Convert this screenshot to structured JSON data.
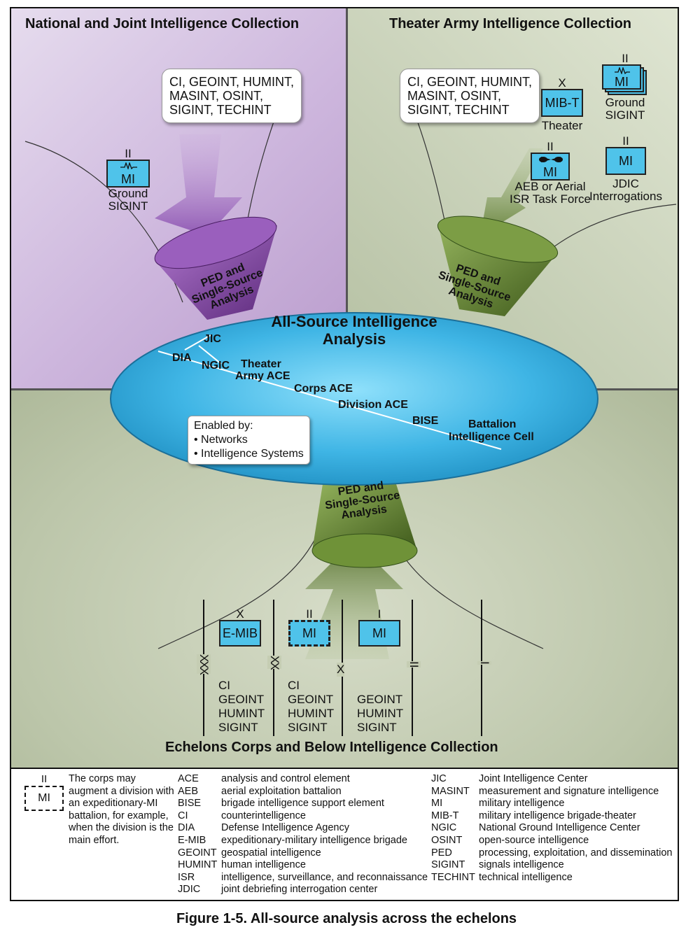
{
  "quadrants": {
    "national_title": "National and Joint Intelligence Collection",
    "theater_title": "Theater Army Intelligence Collection",
    "echelons_title": "Echelons Corps and Below Intelligence Collection"
  },
  "disciplines": {
    "national": [
      "CI, GEOINT, HUMINT,",
      "MASINT, OSINT,",
      "SIGINT, TECHINT"
    ],
    "theater": [
      "CI, GEOINT, HUMINT,",
      "MASINT, OSINT,",
      "SIGINT, TECHINT"
    ]
  },
  "units": {
    "national_ground_sigint": {
      "echelon": "II",
      "box": "MI",
      "label": [
        "Ground",
        "SIGINT"
      ]
    },
    "mib_t": {
      "echelon": "X",
      "box": "MIB-T",
      "label": [
        "Theater"
      ]
    },
    "theater_ground_sigint": {
      "echelon": "II",
      "box": "MI",
      "label": [
        "Ground",
        "SIGINT"
      ]
    },
    "aeb": {
      "echelon": "II",
      "box": "MI",
      "label": [
        "AEB or Aerial",
        "ISR Task Force"
      ]
    },
    "jdic": {
      "echelon": "II",
      "box": "MI",
      "label": [
        "JDIC",
        "Interrogations"
      ]
    },
    "e_mib": {
      "echelon": "X",
      "box": "E-MIB"
    },
    "division_mi": {
      "echelon": "II",
      "box": "MI"
    },
    "company_mi": {
      "echelon": "I",
      "box": "MI"
    }
  },
  "funnels": {
    "top_left": [
      "PED and",
      "Single-Source",
      "Analysis"
    ],
    "top_right": [
      "PED and",
      "Single-Source",
      "Analysis"
    ],
    "bottom": [
      "PED and",
      "Single-Source",
      "Analysis"
    ]
  },
  "ellipse": {
    "title": [
      "All-Source Intelligence",
      "Analysis"
    ],
    "nodes": {
      "jic": "JIC",
      "dia": "DIA",
      "ngic": "NGIC",
      "theater_ace": [
        "Theater",
        "Army ACE"
      ],
      "corps_ace": "Corps ACE",
      "division_ace": "Division ACE",
      "bise": "BISE",
      "battalion_cell": [
        "Battalion",
        "Intelligence Cell"
      ]
    },
    "enabled_by": {
      "heading": "Enabled by:",
      "items": [
        "Networks",
        "Intelligence Systems"
      ]
    }
  },
  "echelon_marks": [
    "XXX",
    "XX",
    "X",
    "II",
    "I"
  ],
  "echelon_disciplines": {
    "corps": [
      "CI",
      "GEOINT",
      "HUMINT",
      "SIGINT"
    ],
    "division": [
      "CI",
      "GEOINT",
      "HUMINT",
      "SIGINT"
    ],
    "brigade": [
      "GEOINT",
      "HUMINT",
      "SIGINT"
    ]
  },
  "legend": {
    "note_symbol": {
      "echelon": "II",
      "box": "MI"
    },
    "note_text": [
      "The corps may",
      "augment a division with",
      "an expeditionary-MI",
      "battalion, for example,",
      "when the division is the",
      "main effort."
    ],
    "abbreviations_left": [
      [
        "ACE",
        "analysis and control element"
      ],
      [
        "AEB",
        "aerial exploitation battalion"
      ],
      [
        "BISE",
        "brigade intelligence support element"
      ],
      [
        "CI",
        "counterintelligence"
      ],
      [
        "DIA",
        "Defense Intelligence Agency"
      ],
      [
        "E-MIB",
        "expeditionary-military intelligence brigade"
      ],
      [
        "GEOINT",
        "geospatial intelligence"
      ],
      [
        "HUMINT",
        "human intelligence"
      ],
      [
        "ISR",
        "intelligence, surveillance, and reconnaissance"
      ],
      [
        "JDIC",
        "joint debriefing interrogation center"
      ]
    ],
    "abbreviations_right": [
      [
        "JIC",
        "Joint Intelligence Center"
      ],
      [
        "MASINT",
        "measurement and signature intelligence"
      ],
      [
        "MI",
        "military intelligence"
      ],
      [
        "MIB-T",
        "military intelligence brigade-theater"
      ],
      [
        "NGIC",
        "National Ground Intelligence Center"
      ],
      [
        "OSINT",
        "open-source intelligence"
      ],
      [
        "PED",
        "processing, exploitation, and dissemination"
      ],
      [
        "SIGINT",
        "signals intelligence"
      ],
      [
        "TECHINT",
        "technical intelligence"
      ]
    ]
  },
  "caption": "Figure 1-5. All-source analysis across the echelons",
  "colors": {
    "national": "#c9b1db",
    "theater": "#c3ccb2",
    "ellipse": "#3fb5e5",
    "unit_box": "#4fc3ea",
    "purple_funnel": "#7a3f9a",
    "green_funnel": "#5d7e2e"
  }
}
